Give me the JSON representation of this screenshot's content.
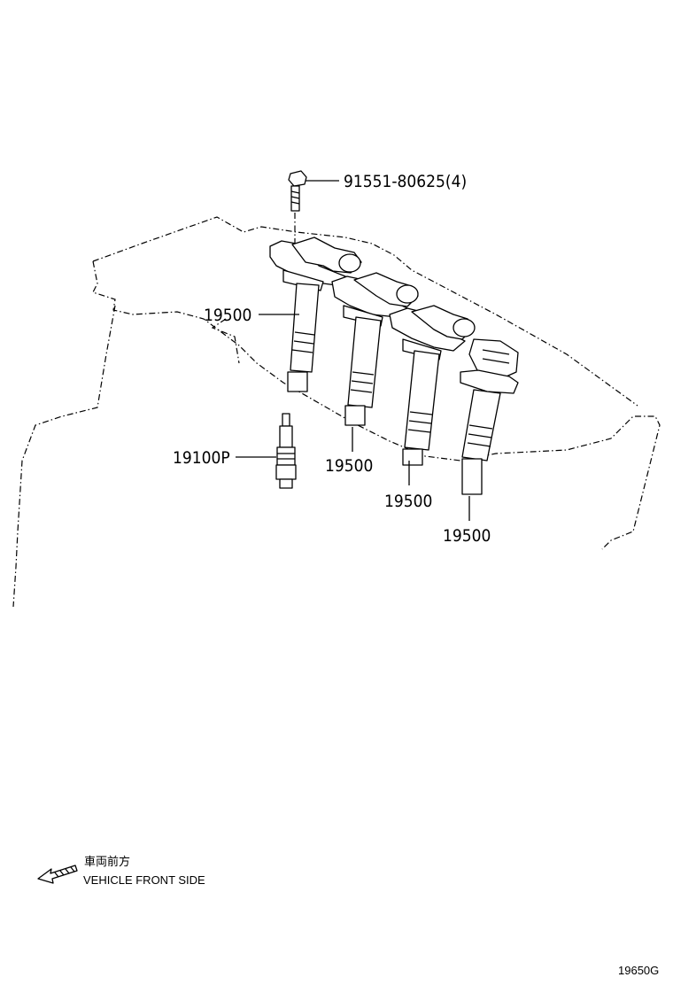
{
  "labels": {
    "bolt": "91551-80625(4)",
    "coil_1": "19500",
    "coil_2": "19500",
    "coil_3": "19500",
    "coil_4": "19500",
    "spark_plug": "19100P"
  },
  "direction": {
    "japanese": "車両前方",
    "english": "VEHICLE FRONT SIDE"
  },
  "figure_code": "19650G"
}
